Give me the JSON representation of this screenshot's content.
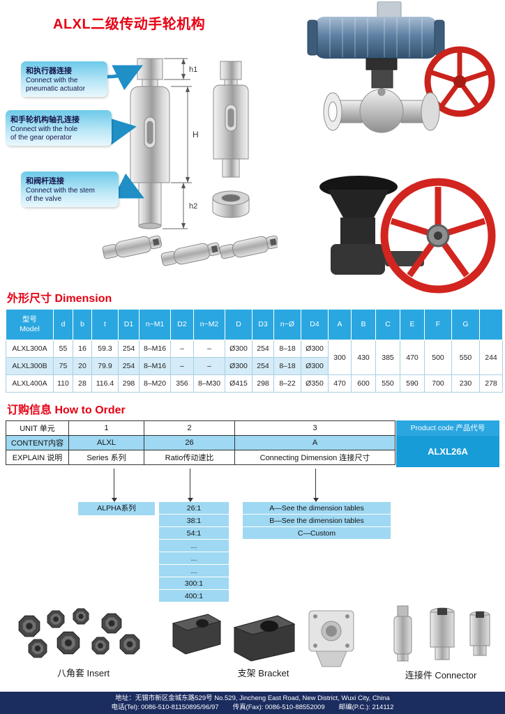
{
  "colors": {
    "accent_red": "#e60013",
    "table_header_blue": "#2aa7e0",
    "row_alt_blue": "#d5ecf8",
    "option_cyan": "#9fd8f2",
    "product_code_blue": "#189cd8",
    "footer_navy": "#1b2c5f",
    "handwheel_red": "#d2251f"
  },
  "page": {
    "title": "ALXL二级传动手轮机构"
  },
  "callouts": [
    {
      "zh": "和执行器连接",
      "en1": "Connect with the",
      "en2": "pneumatic actuator"
    },
    {
      "zh": "和手轮机构轴孔连接",
      "en1": "Connect with the hole",
      "en2": "of the gear operator"
    },
    {
      "zh": "和阀杆连接",
      "en1": "Connect with the stem",
      "en2": "of the valve"
    }
  ],
  "drawing": {
    "dim_h1": "h1",
    "dim_H": "H",
    "dim_h2": "h2"
  },
  "dimension_section": {
    "title": "外形尺寸 Dimension",
    "header_model_zh": "型号",
    "header_model_en": "Model",
    "headers": [
      "d",
      "b",
      "t",
      "D1",
      "n~M1",
      "D2",
      "n~M2",
      "D",
      "D3",
      "n~Ø",
      "D4",
      "A",
      "B",
      "C",
      "E",
      "F",
      "G",
      ""
    ],
    "rows": [
      {
        "model": "ALXL300A",
        "cells": [
          "55",
          "16",
          "59.3",
          "254",
          "8–M16",
          "–",
          "–",
          "Ø300",
          "254",
          "8–18",
          "Ø300"
        ]
      },
      {
        "model": "ALXL300B",
        "cells": [
          "75",
          "20",
          "79.9",
          "254",
          "8–M16",
          "–",
          "–",
          "Ø300",
          "254",
          "8–18",
          "Ø300"
        ]
      },
      {
        "model": "ALXL400A",
        "cells": [
          "110",
          "28",
          "116.4",
          "298",
          "8–M20",
          "356",
          "8–M30",
          "Ø415",
          "298",
          "8–22",
          "Ø350",
          "470",
          "600",
          "550",
          "590",
          "700",
          "230",
          "278"
        ]
      }
    ],
    "shared_300": [
      "300",
      "430",
      "385",
      "470",
      "500",
      "550",
      "244"
    ]
  },
  "order_section": {
    "title": "订购信息 How to Order",
    "rows": {
      "unit": {
        "label": "UNIT 单元",
        "values": [
          "1",
          "2",
          "3"
        ]
      },
      "content": {
        "label": "CONTENT内容",
        "values": [
          "ALXL",
          "26",
          "A"
        ]
      },
      "explain": {
        "label": "EXPLAIN 说明",
        "values": [
          "Series 系列",
          "Ratio传动速比",
          "Connecting Dimension 连接尺寸"
        ]
      }
    },
    "product_code_label": "Product code 产品代号",
    "product_code_value": "ALXL26A",
    "series_option": "ALPHA系列",
    "ratio_options": [
      "26:1",
      "38:1",
      "54:1",
      "...",
      "...",
      "...",
      "300:1",
      "400:1"
    ],
    "dimension_options": [
      "A—See the dimension tables",
      "B—See the dimension tables",
      "C—Custom"
    ]
  },
  "products": {
    "insert_label": "八角套 Insert",
    "bracket_label": "支架 Bracket",
    "connector_label": "连接件 Connector"
  },
  "footer": {
    "address": "地址：无锡市新区金城东路529号 No.529, Jincheng East Road, New District, Wuxi City, China",
    "tel": "电话(Tel): 0086-510-81150895/96/97",
    "fax": "传真(Fax): 0086-510-88552009",
    "postcode": "邮编(P.C.): 214112"
  }
}
